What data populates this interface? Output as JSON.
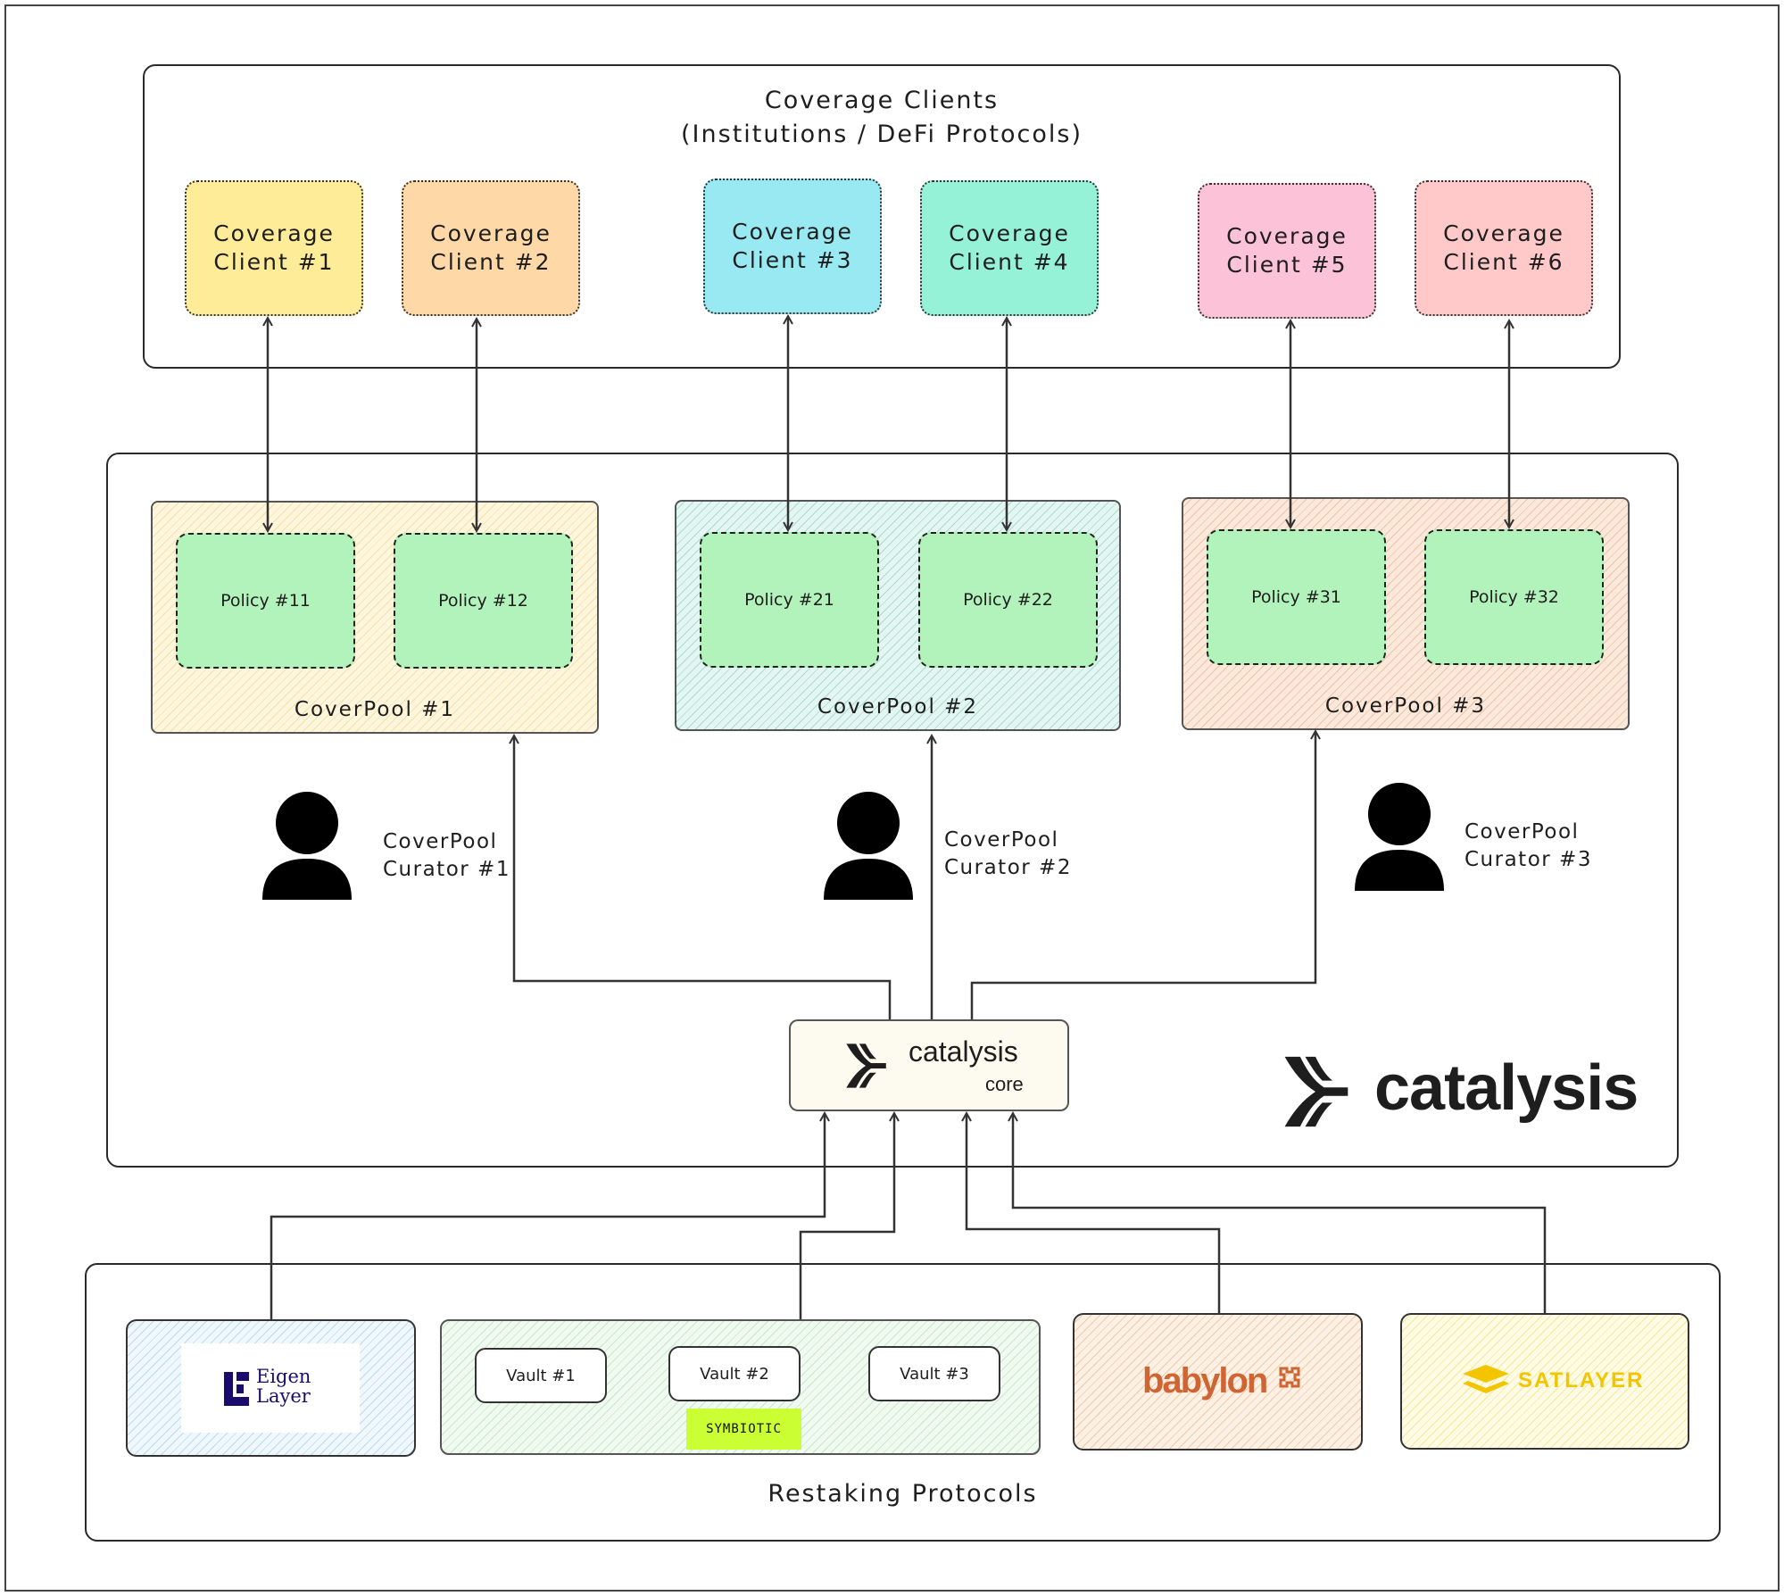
{
  "coverage_clients": {
    "title_line1": "Coverage Clients",
    "title_line2": "(Institutions / DeFi Protocols)",
    "clients": [
      {
        "label": "Coverage Client #1",
        "color": "#ffec99"
      },
      {
        "label": "Coverage Client #2",
        "color": "#ffd8a8"
      },
      {
        "label": "Coverage Client #3",
        "color": "#99e9f2"
      },
      {
        "label": "Coverage Client #4",
        "color": "#96f2d7"
      },
      {
        "label": "Coverage Client #5",
        "color": "#fcc2d7"
      },
      {
        "label": "Coverage Client #6",
        "color": "#ffc9c9"
      }
    ]
  },
  "coverpools": [
    {
      "label": "CoverPool #1",
      "policies": [
        "Policy #11",
        "Policy #12"
      ]
    },
    {
      "label": "CoverPool #2",
      "policies": [
        "Policy #21",
        "Policy #22"
      ]
    },
    {
      "label": "CoverPool #3",
      "policies": [
        "Policy #31",
        "Policy #32"
      ]
    }
  ],
  "curators": [
    {
      "line1": "CoverPool",
      "line2": "Curator #1"
    },
    {
      "line1": "CoverPool",
      "line2": "Curator #2"
    },
    {
      "line1": "CoverPool",
      "line2": "Curator #3"
    }
  ],
  "core": {
    "brand": "catalysis",
    "sub": "core"
  },
  "brand_logo": {
    "text": "catalysis"
  },
  "restaking": {
    "title": "Restaking Protocols",
    "eigenlayer": {
      "line1": "Eigen",
      "line2": "Layer",
      "color": "#1a0c6d"
    },
    "symbiotic": {
      "vaults": [
        "Vault #1",
        "Vault #2",
        "Vault #3"
      ],
      "badge": "SYMBIOTIC",
      "badge_color": "#ccff33"
    },
    "babylon": {
      "text": "babylon",
      "color": "#ce6533"
    },
    "satlayer": {
      "text": "SATLAYER",
      "color": "#f2c500"
    }
  }
}
